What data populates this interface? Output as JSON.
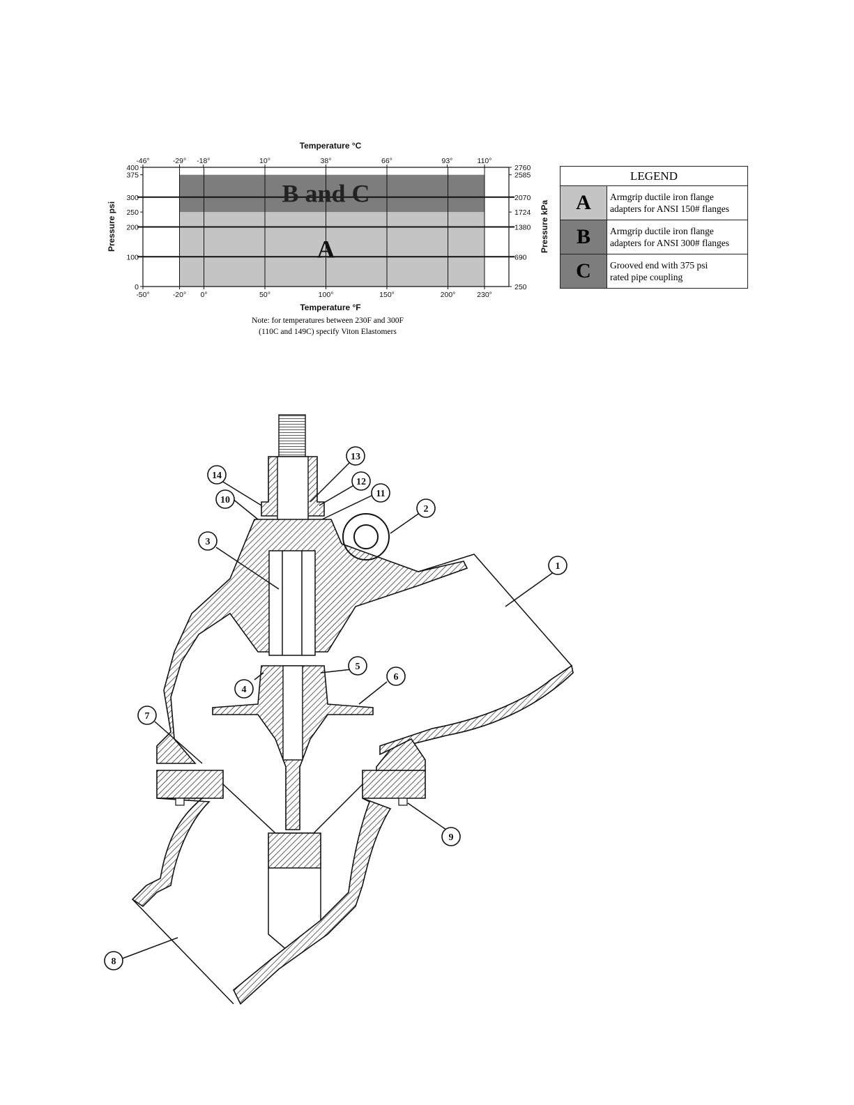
{
  "chart": {
    "top_axis_title": "Temperature °C",
    "bottom_axis_title": "Temperature °F",
    "left_axis_title": "Pressure psi",
    "right_axis_title": "Pressure kPa",
    "region_a_label": "A",
    "region_bc_label": "B and C",
    "note_line1": "Note: for temperatures between 230F and 300F",
    "note_line2": "(110C and 149C) specify Viton Elastomers"
  },
  "chart_data": {
    "type": "area",
    "x_range_f": [
      -50,
      250
    ],
    "y_range_psi": [
      0,
      400
    ],
    "bottom_ticks": [
      "-50°",
      "-20°",
      "0°",
      "50°",
      "100°",
      "150°",
      "200°",
      "230°"
    ],
    "bottom_tick_values": [
      -50,
      -20,
      0,
      50,
      100,
      150,
      200,
      230
    ],
    "top_ticks": [
      "-46°",
      "-29°",
      "-18°",
      "10°",
      "38°",
      "66°",
      "93°",
      "110°"
    ],
    "top_tick_values_f": [
      -50,
      -20,
      -0.4,
      50,
      100,
      150,
      199.4,
      230
    ],
    "left_ticks": [
      "0",
      "100",
      "200",
      "250",
      "300",
      "375",
      "400"
    ],
    "left_tick_values": [
      0,
      100,
      200,
      250,
      300,
      375,
      400
    ],
    "right_ticks": [
      "250",
      "690",
      "1380",
      "1724",
      "2070",
      "2585",
      "2760"
    ],
    "right_tick_values_psi": [
      0,
      100,
      200,
      250,
      300,
      375,
      400
    ],
    "regions": [
      {
        "name": "A",
        "x": [
          -20,
          230
        ],
        "y": [
          0,
          250
        ],
        "color": "#c4c4c4"
      },
      {
        "name": "B and C",
        "x": [
          -20,
          230
        ],
        "y": [
          250,
          375
        ],
        "color": "#7d7d7d"
      }
    ]
  },
  "legend": {
    "title": "LEGEND",
    "rows": [
      {
        "key": "A",
        "line1": "Armgrip ductile iron flange",
        "line2": "adapters for ANSI 150# flanges",
        "color": "#c4c4c4"
      },
      {
        "key": "B",
        "line1": "Armgrip ductile iron flange",
        "line2": "adapters for ANSI 300# flanges",
        "color": "#7d7d7d"
      },
      {
        "key": "C",
        "line1": "Grooved end with 375 psi",
        "line2": "rated pipe coupling",
        "color": "#7d7d7d"
      }
    ]
  },
  "callouts": [
    "1",
    "2",
    "3",
    "4",
    "5",
    "6",
    "7",
    "8",
    "9",
    "10",
    "11",
    "12",
    "13",
    "14"
  ]
}
